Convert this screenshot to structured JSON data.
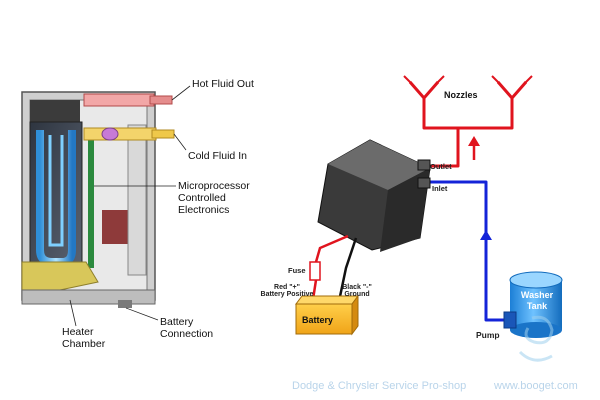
{
  "left": {
    "hot_fluid_out": "Hot Fluid Out",
    "cold_fluid_in": "Cold Fluid In",
    "electronics": [
      "Microprocessor",
      "Controlled",
      "Electronics"
    ],
    "heater_chamber": [
      "Heater",
      "Chamber"
    ],
    "battery_connection": [
      "Battery",
      "Connection"
    ]
  },
  "right": {
    "nozzles": "Nozzles",
    "outlet": "Outlet",
    "inlet": "Inlet",
    "fuse": "Fuse",
    "red_positive": [
      "Red \"+\"",
      "Battery Positive"
    ],
    "black_ground": [
      "Black \"-\"",
      "Ground"
    ],
    "battery": "Battery",
    "washer_tank": [
      "Washer",
      "Tank"
    ],
    "pump": "Pump"
  },
  "watermark": {
    "text": "Dodge & Chrysler Service Pro-shop",
    "url": "www.booget.com"
  },
  "colors": {
    "outlet_pipe": "#e0141e",
    "inlet_pipe": "#1424d8",
    "battery": "#f0a418",
    "tank": "#1c7fd6"
  }
}
